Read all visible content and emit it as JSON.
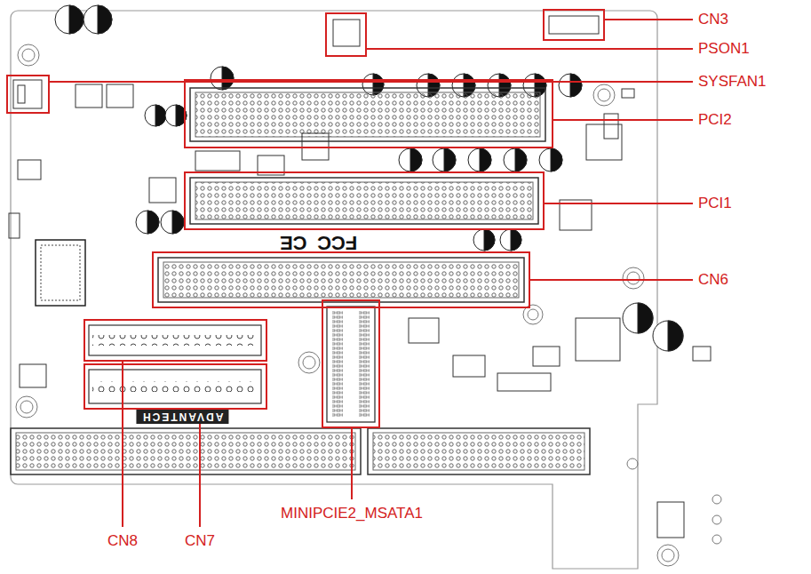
{
  "diagram": {
    "labels": [
      "CN3",
      "PSON1",
      "SYSFAN1",
      "PCI2",
      "PCI1",
      "CN6",
      "CN8",
      "CN7",
      "MINIPCIE2_MSATA1",
      "CE",
      "FCC",
      "ADVANTECH"
    ]
  }
}
